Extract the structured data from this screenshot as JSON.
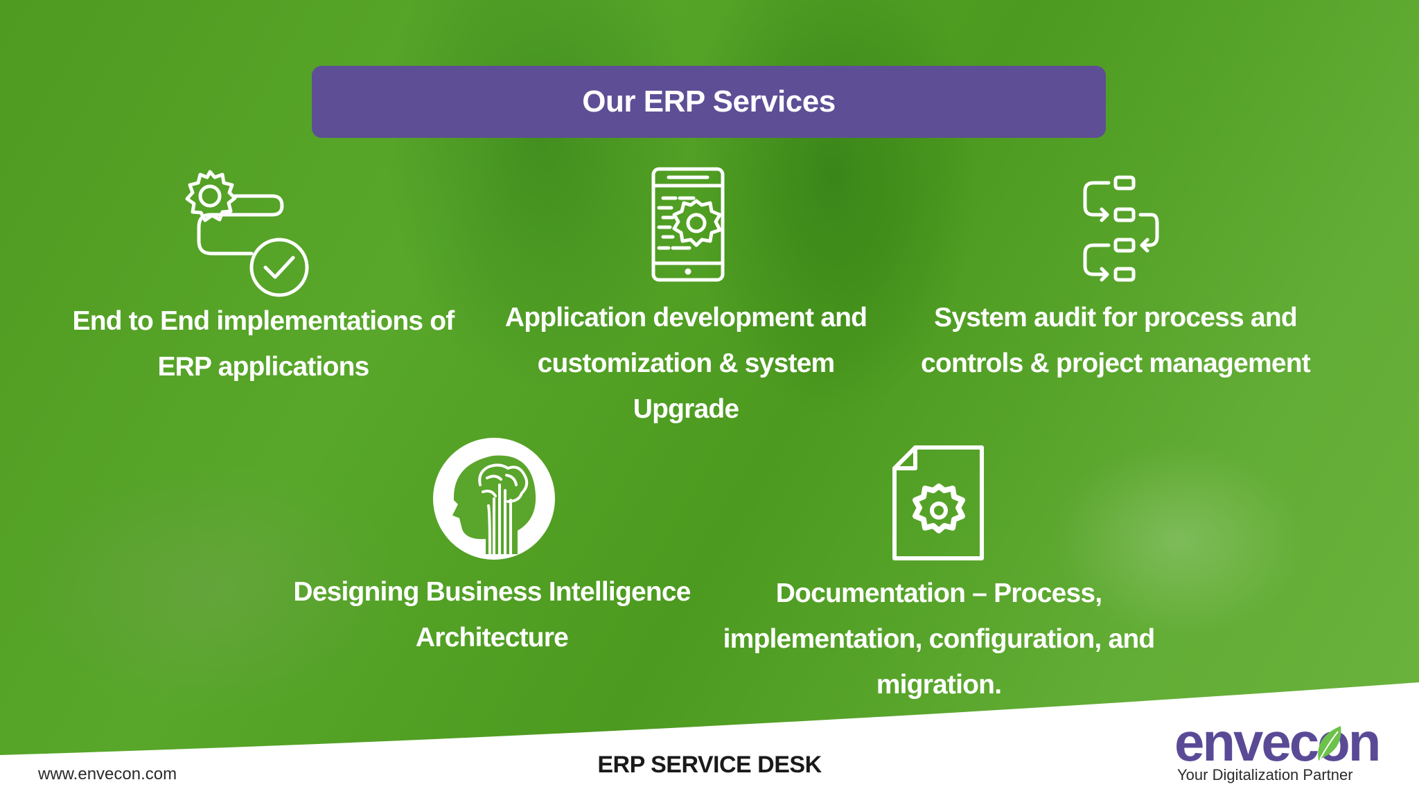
{
  "title": "Our ERP Services",
  "services": [
    {
      "icon": "gear-path-check-icon",
      "lines": [
        "End to End implementations of",
        "ERP applications"
      ]
    },
    {
      "icon": "mobile-gear-icon",
      "lines": [
        "Application development and",
        "customization & system",
        "Upgrade"
      ]
    },
    {
      "icon": "process-flow-icon",
      "lines": [
        "System audit for process and",
        "controls & project management"
      ]
    },
    {
      "icon": "brain-head-icon",
      "lines": [
        "Designing Business Intelligence",
        "Architecture"
      ]
    },
    {
      "icon": "document-gear-icon",
      "lines": [
        "Documentation – Process,",
        "implementation, configuration, and",
        "migration."
      ]
    }
  ],
  "footer": {
    "url": "www.envecon.com",
    "center_label": "ERP SERVICE DESK",
    "logo_text": "envecon",
    "tagline": "Your Digitalization Partner"
  },
  "colors": {
    "background_green": "#58a72a",
    "title_bar": "#5e4e96",
    "logo_purple": "#5a4a96",
    "leaf_green": "#6cc24a",
    "text_white": "#ffffff"
  }
}
